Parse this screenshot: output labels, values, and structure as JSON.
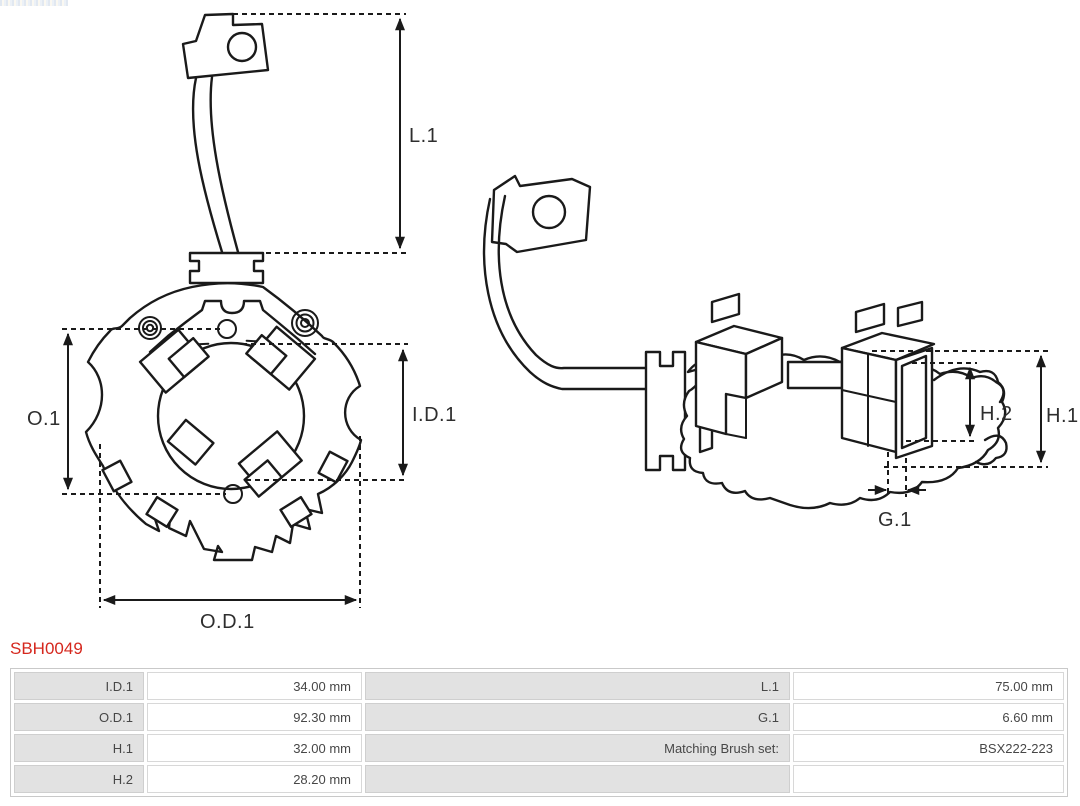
{
  "part_header": {
    "code": "SBH0049"
  },
  "diagrams": {
    "front_view": {
      "dim_labels": {
        "l1": "L.1",
        "o1": "O.1",
        "id1": "I.D.1",
        "od1": "O.D.1"
      }
    },
    "side_view": {
      "dim_labels": {
        "h1": "H.1",
        "h2": "H.2",
        "g1": "G.1"
      }
    }
  },
  "spec_table": {
    "rows": [
      {
        "label_left": "I.D.1",
        "value_left": "34.00 mm",
        "label_right": "L.1",
        "value_right": "75.00 mm"
      },
      {
        "label_left": "O.D.1",
        "value_left": "92.30 mm",
        "label_right": "G.1",
        "value_right": "6.60 mm"
      },
      {
        "label_left": "H.1",
        "value_left": "32.00 mm",
        "label_right": "Matching Brush set:",
        "value_right": "BSX222-223"
      },
      {
        "label_left": "H.2",
        "value_left": "28.20 mm",
        "label_right": "",
        "value_right": ""
      }
    ]
  },
  "colors": {
    "accent_red": "#d5281e",
    "line": "#1a1a1a",
    "table_label_bg": "#e2e2e2",
    "table_border": "#c9c9c9",
    "table_text": "#474747"
  }
}
